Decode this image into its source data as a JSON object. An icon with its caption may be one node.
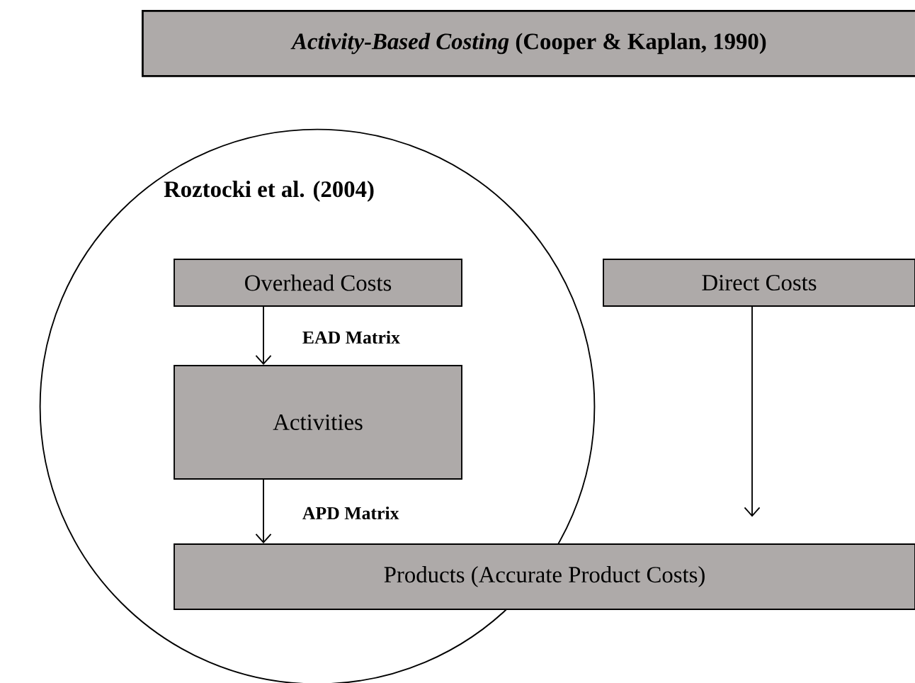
{
  "diagram": {
    "title": "*Activity-Based Costing*  (Cooper & Kaplan, 1990)",
    "nodes": [
      {
        "text": [
          "Roztocki et al. (2004)"
        ]
      },
      {
        "text": [
          "Overhead Costs"
        ],
        "in": 0
      },
      {
        "text": [
          "Direct Costs"
        ]
      },
      {
        "text": [
          "Activities"
        ],
        "in": 0
      },
      {
        "text": [
          "Products (Accurate Product Costs)"
        ]
      }
    ],
    "edges": [
      {
        "from": 1,
        "to": 3,
        "arrow": "to",
        "label": "EAD Matrix"
      },
      {
        "from": 3,
        "to": 4,
        "arrow": "to",
        "label": "APD Matrix"
      },
      {
        "from": 2,
        "to": 4,
        "arrow": "to"
      }
    ]
  }
}
